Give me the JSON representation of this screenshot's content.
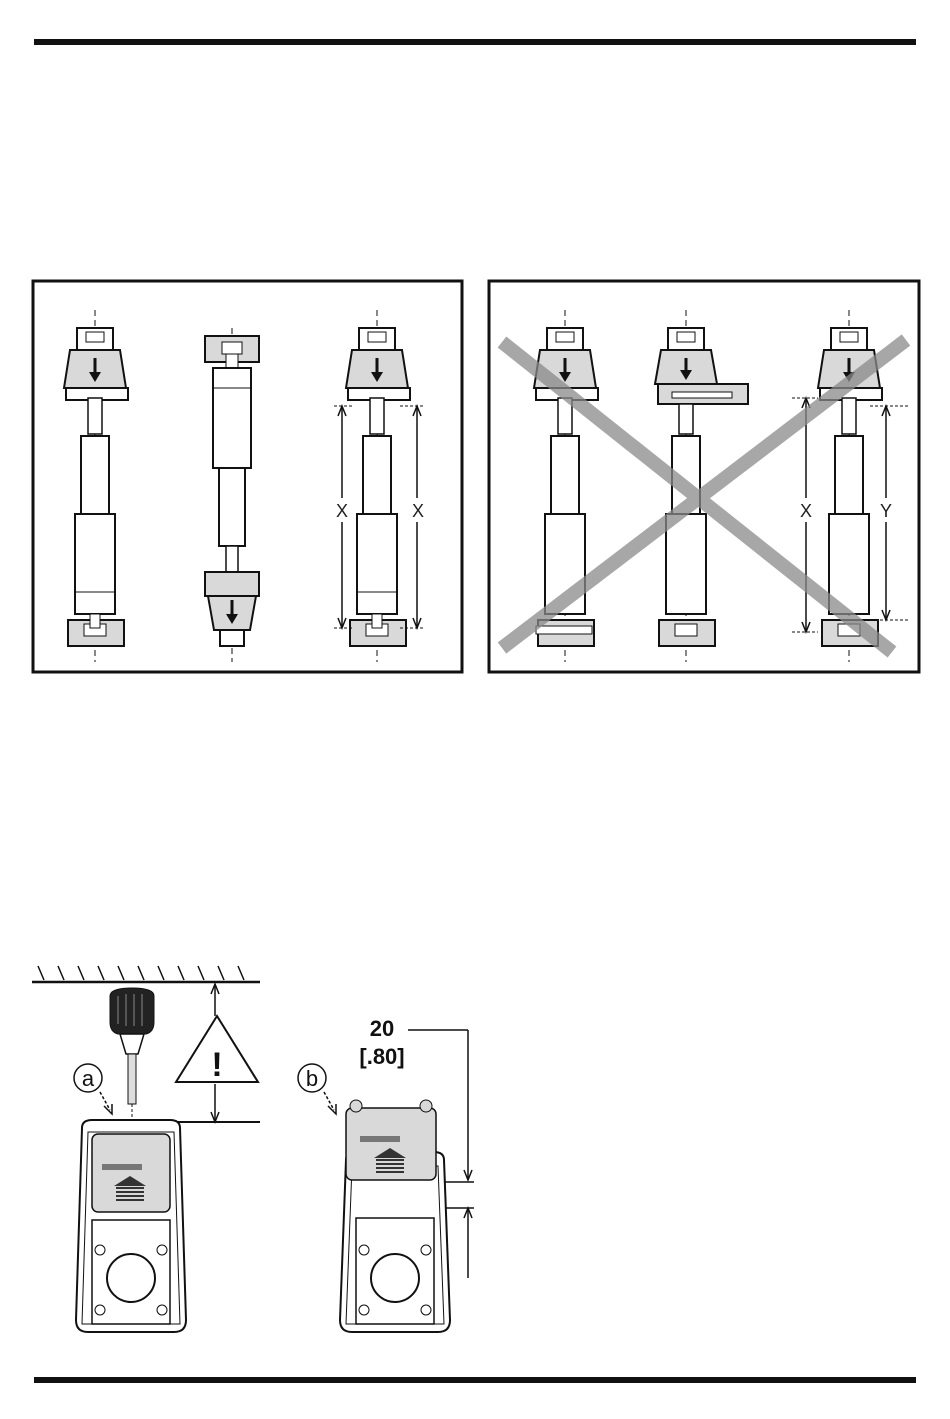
{
  "figure_correct": {
    "label_x_left": "X",
    "label_x_right": "X"
  },
  "figure_incorrect": {
    "label_x": "X",
    "label_y": "Y"
  },
  "figure_bottom": {
    "warning_symbol": "!",
    "callout_a": "a",
    "callout_b": "b",
    "dimension_mm": "20",
    "dimension_in": "[.80]"
  },
  "colors": {
    "ink": "#111111",
    "device_fill": "#d9d9d9",
    "cross_gray": "#8a8a8a"
  }
}
